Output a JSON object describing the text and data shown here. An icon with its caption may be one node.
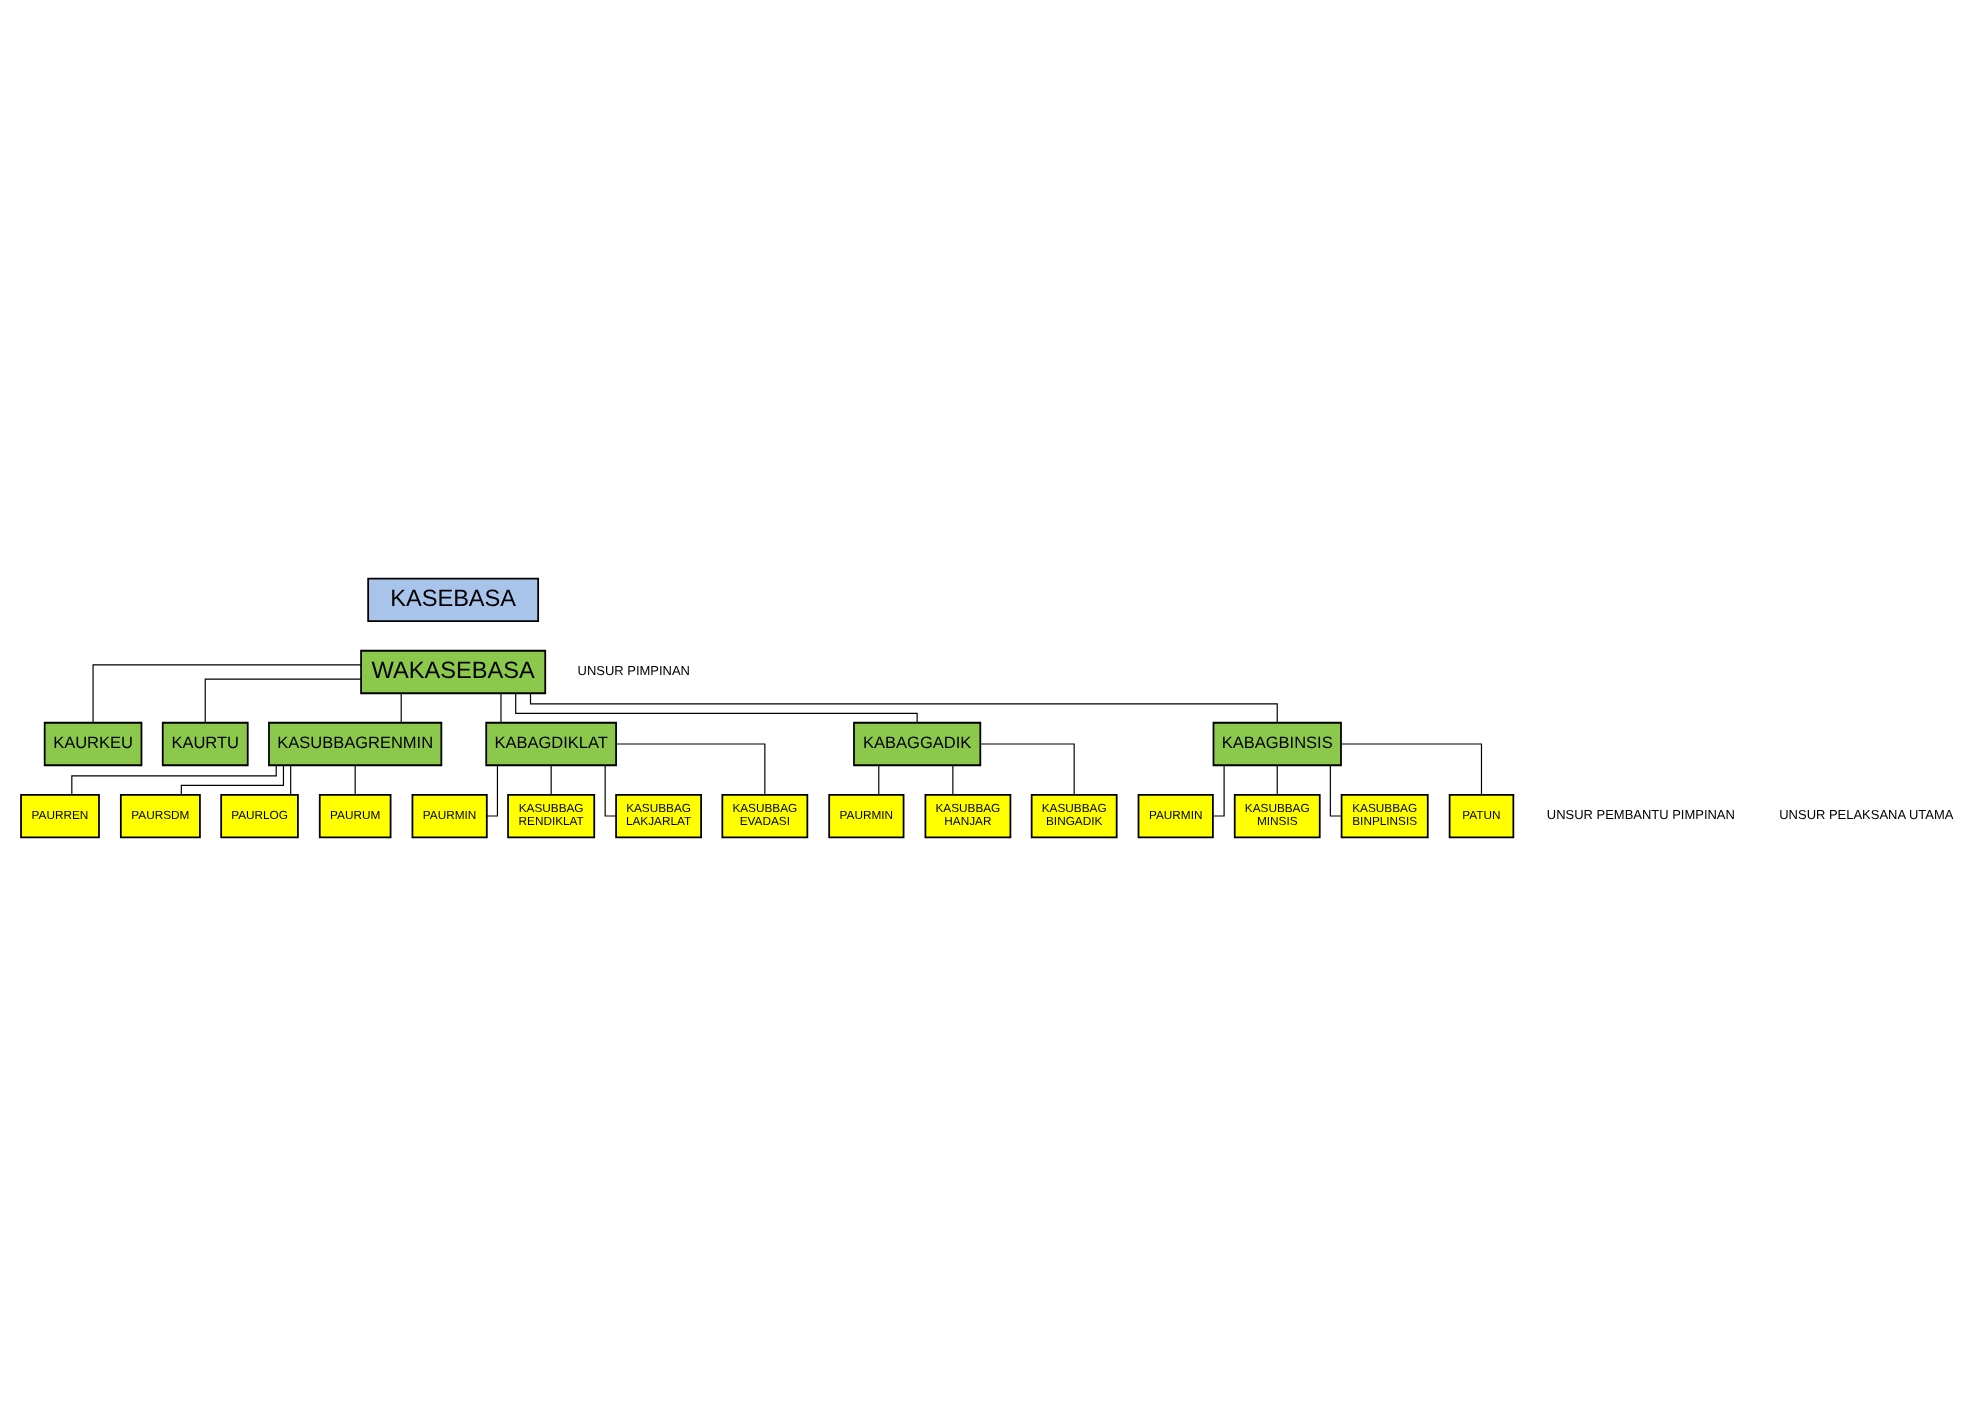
{
  "diagram": {
    "nodes": [
      {
        "text": [
          "KASEBASA"
        ]
      },
      {
        "text": [
          "WAKASEBASA"
        ]
      },
      {
        "text": [
          "KAURKEU"
        ]
      },
      {
        "text": [
          "KAURTU"
        ]
      },
      {
        "text": [
          "KASUBBAGRENMIN"
        ]
      },
      {
        "text": [
          "PAURREN"
        ]
      },
      {
        "text": [
          "PAURSDM"
        ]
      },
      {
        "text": [
          "PAURLOG"
        ]
      },
      {
        "text": [
          "PAURUM"
        ]
      },
      {
        "text": [
          "KABAGDIKLAT"
        ]
      },
      {
        "text": [
          "PAURMIN"
        ]
      },
      {
        "text": [
          "KASUBBAG RENDIKLAT"
        ]
      },
      {
        "text": [
          "KASUBBAG LAKJARLAT"
        ]
      },
      {
        "text": [
          "KASUBBAG EVADASI"
        ]
      },
      {
        "text": [
          "KABAGGADIK"
        ]
      },
      {
        "text": [
          "PAURMIN"
        ]
      },
      {
        "text": [
          "KASUBBAG HANJAR"
        ]
      },
      {
        "text": [
          "KASUBBAG BINGADIK"
        ]
      },
      {
        "text": [
          "KABAGBINSIS"
        ]
      },
      {
        "text": [
          "PAURMIN"
        ]
      },
      {
        "text": [
          "KASUBBAG MINSIS"
        ]
      },
      {
        "text": [
          "KASUBBAG BINPLINSIS"
        ]
      },
      {
        "text": [
          "PATUN"
        ]
      }
    ],
    "edges": [
      {
        "from": 1,
        "to": 2,
        "arrow": "none"
      },
      {
        "from": 1,
        "to": 3,
        "arrow": "none"
      },
      {
        "from": 1,
        "to": 4,
        "arrow": "none"
      },
      {
        "from": 4,
        "to": 5,
        "arrow": "none"
      },
      {
        "from": 4,
        "to": 6,
        "arrow": "none"
      },
      {
        "from": 4,
        "to": 7,
        "arrow": "none"
      },
      {
        "from": 4,
        "to": 8,
        "arrow": "none"
      },
      {
        "from": 1,
        "to": 9,
        "arrow": "none"
      },
      {
        "from": 1,
        "to": 14,
        "arrow": "none"
      },
      {
        "from": 1,
        "to": 18,
        "arrow": "none"
      },
      {
        "from": 9,
        "to": 10,
        "arrow": "none"
      },
      {
        "from": 9,
        "to": 11,
        "arrow": "none"
      },
      {
        "from": 9,
        "to": 12,
        "arrow": "none"
      },
      {
        "from": 9,
        "to": 13,
        "arrow": "none"
      },
      {
        "from": 14,
        "to": 15,
        "arrow": "none"
      },
      {
        "from": 14,
        "to": 16,
        "arrow": "none"
      },
      {
        "from": 14,
        "to": 17,
        "arrow": "none"
      },
      {
        "from": 18,
        "to": 19,
        "arrow": "none"
      },
      {
        "from": 18,
        "to": 20,
        "arrow": "none"
      },
      {
        "from": 18,
        "to": 21,
        "arrow": "none"
      },
      {
        "from": 18,
        "to": 22,
        "arrow": "none"
      }
    ],
    "labels": [
      "UNSUR PIMPINAN",
      "UNSUR PEMBANTU PIMPINAN",
      "UNSUR PELAKSANA UTAMA"
    ]
  }
}
